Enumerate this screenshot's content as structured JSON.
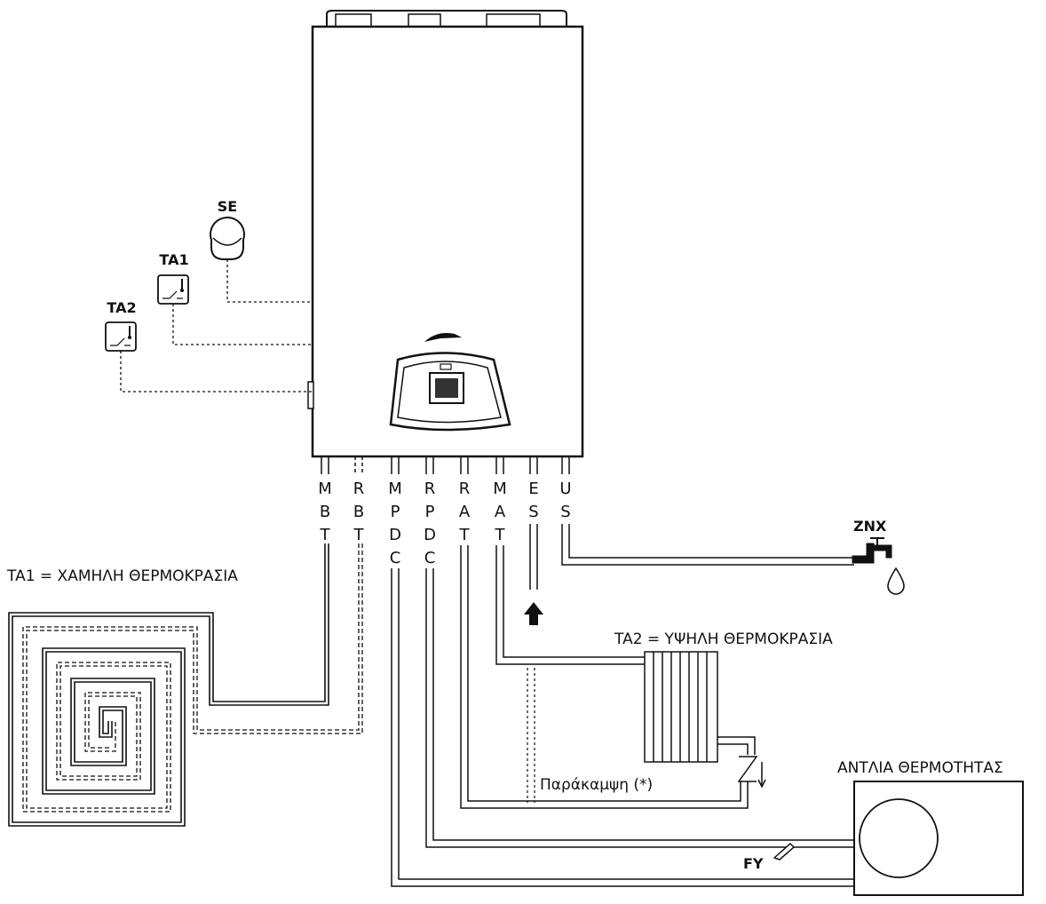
{
  "labels": {
    "se": "SE",
    "ta1": "TA1",
    "ta2": "TA2",
    "znx": "ZNX",
    "fy": "FY",
    "ta1_note": "TA1 = ΧΑΜΗΛΗ ΘΕΡΜΟΚΡΑΣΙΑ",
    "ta2_note": "TA2 = ΥΨΗΛΗ ΘΕΡΜΟΚΡΑΣΙΑ",
    "heat_pump": "ΑΝΤΛΙΑ ΘΕΡΜΟΤΗΤΑΣ",
    "bypass": "Παράκαμψη (*)"
  },
  "pipes": [
    {
      "id": "mbt",
      "letters": [
        "M",
        "B",
        "T"
      ]
    },
    {
      "id": "rbt",
      "letters": [
        "R",
        "B",
        "T"
      ]
    },
    {
      "id": "mpdc",
      "letters": [
        "M",
        "P",
        "D",
        "C"
      ]
    },
    {
      "id": "rpdc",
      "letters": [
        "R",
        "P",
        "D",
        "C"
      ]
    },
    {
      "id": "rat",
      "letters": [
        "R",
        "A",
        "T"
      ]
    },
    {
      "id": "mat",
      "letters": [
        "M",
        "A",
        "T"
      ]
    },
    {
      "id": "es",
      "letters": [
        "E",
        "S"
      ]
    },
    {
      "id": "us",
      "letters": [
        "U",
        "S"
      ]
    }
  ],
  "colors": {
    "line": "#111111",
    "fill": "#ffffff"
  },
  "icons": {
    "boiler": "boiler-unit",
    "control_panel": "control-panel",
    "brand_logo": "brand-logo",
    "sensor": "external-sensor",
    "thermostat": "thermostat",
    "tap": "water-tap",
    "drop": "water-drop",
    "arrow": "arrow-up",
    "radiator": "radiator",
    "floor_heating": "floor-heating-coil",
    "heat_pump": "heat-pump-unit",
    "check_valve": "check-valve",
    "filter": "filter-fy"
  }
}
